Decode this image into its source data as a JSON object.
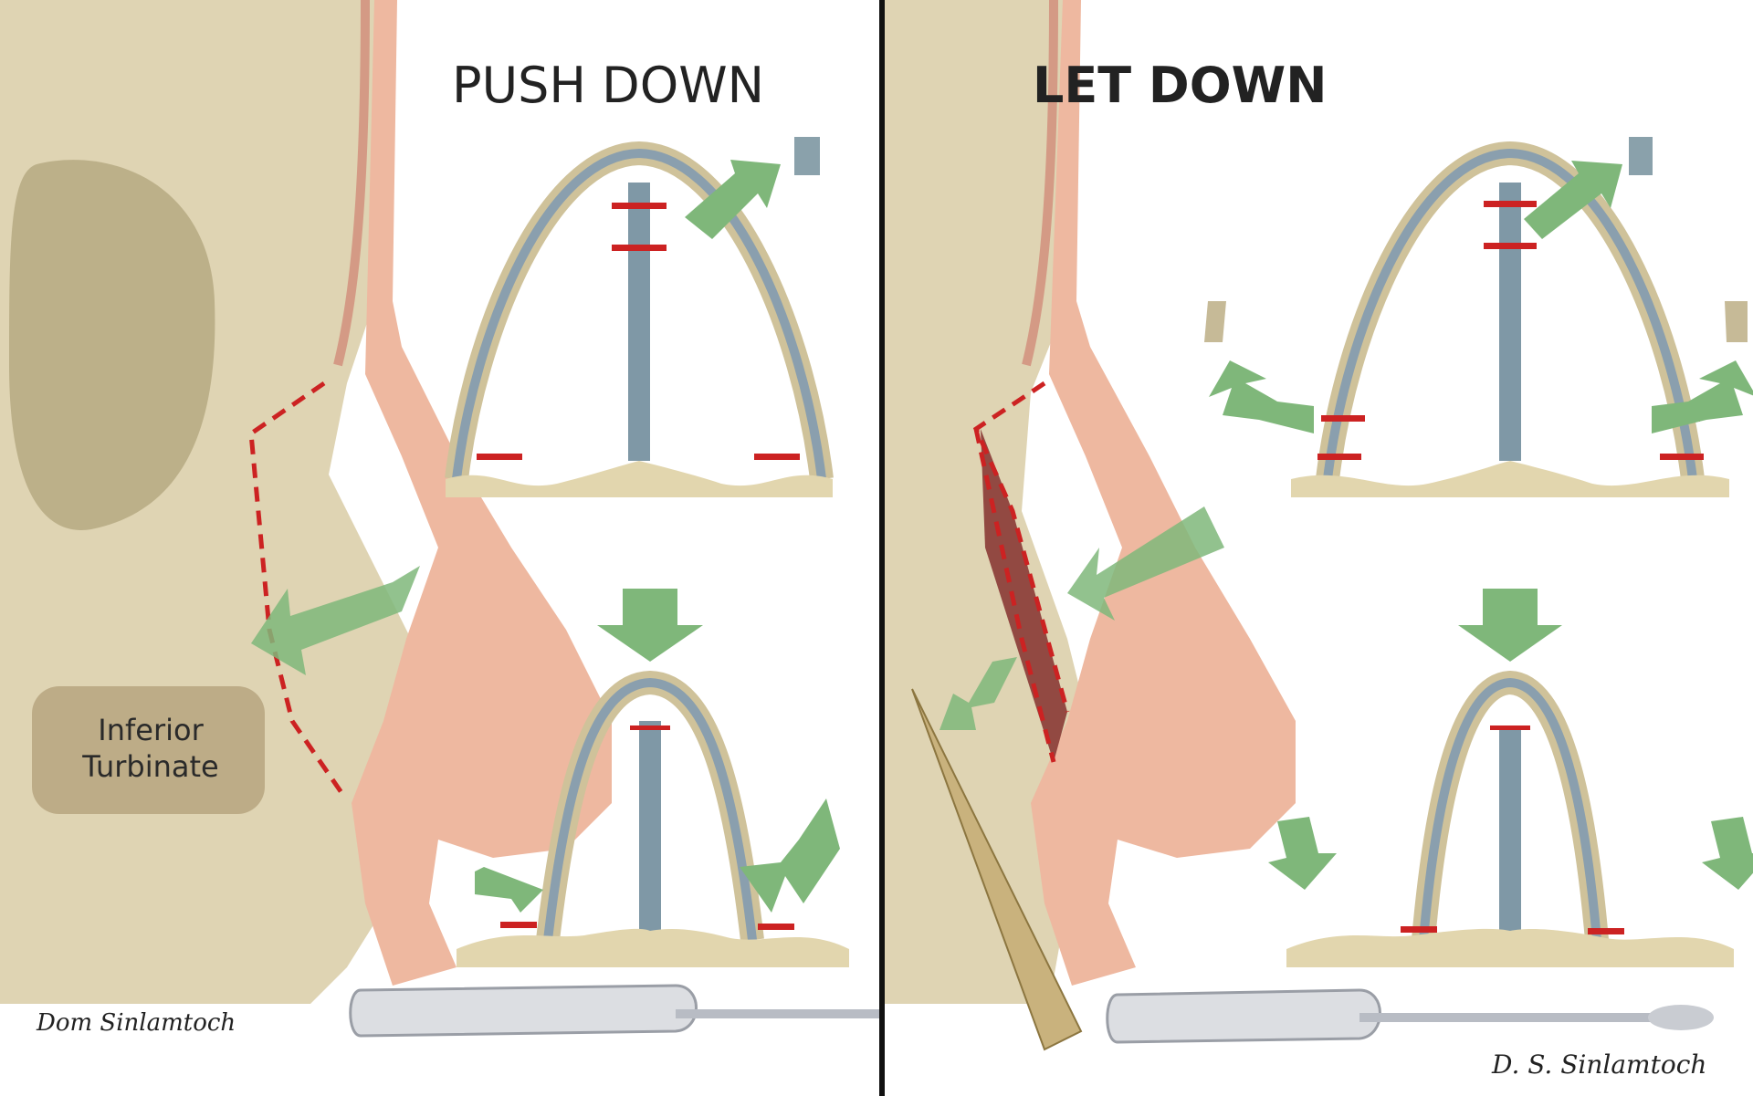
{
  "panels": {
    "left": {
      "title": "PUSH DOWN"
    },
    "right": {
      "title": "LET DOWN"
    }
  },
  "anatomy": {
    "label_line1": "Inferior",
    "label_line2": "Turbinate"
  },
  "signatures": {
    "left": "Dom Sinlamtoch",
    "right": "D. S. Sinlamtoch"
  },
  "colors": {
    "background": "#ffffff",
    "bone": "#cfc29a",
    "skin_nose": "#eeb8a0",
    "septum": "#7f98a6",
    "cut_line": "#cc2222",
    "arrow": "#7fb77a",
    "divider": "#111111"
  }
}
